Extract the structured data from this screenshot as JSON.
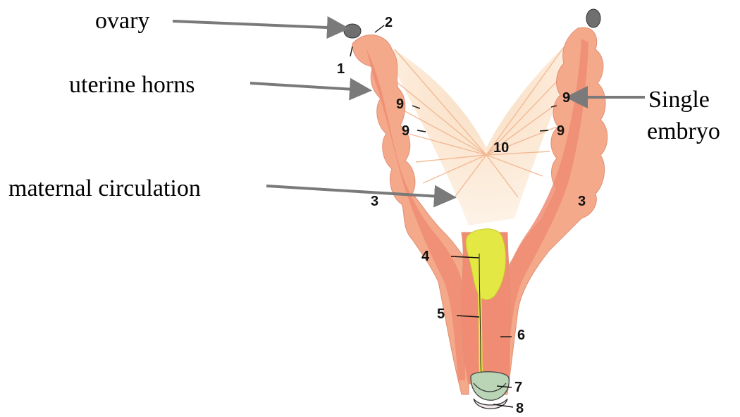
{
  "diagram": {
    "labels": {
      "ovary": "ovary",
      "uterine_horns": "uterine horns",
      "maternal_circulation": "maternal circulation",
      "single_embryo_line1": "Single",
      "single_embryo_line2": "embryo"
    },
    "numbers": {
      "n1": "1",
      "n2": "2",
      "n3_left": "3",
      "n3_right": "3",
      "n4": "4",
      "n5": "5",
      "n6": "6",
      "n7": "7",
      "n8": "8",
      "n9_left_upper": "9",
      "n9_left_lower": "9",
      "n9_right_upper": "9",
      "n9_right_lower": "9",
      "n10": "10"
    },
    "colors": {
      "uterus_outer": "#f4a98a",
      "uterus_inner": "#ef8c73",
      "circulation_fan": "#fbe0c6",
      "circulation_lines": "#f3b58f",
      "bladder": "#e4e844",
      "ovary": "#6f6f6f",
      "arrow": "#7a7a7a"
    }
  }
}
